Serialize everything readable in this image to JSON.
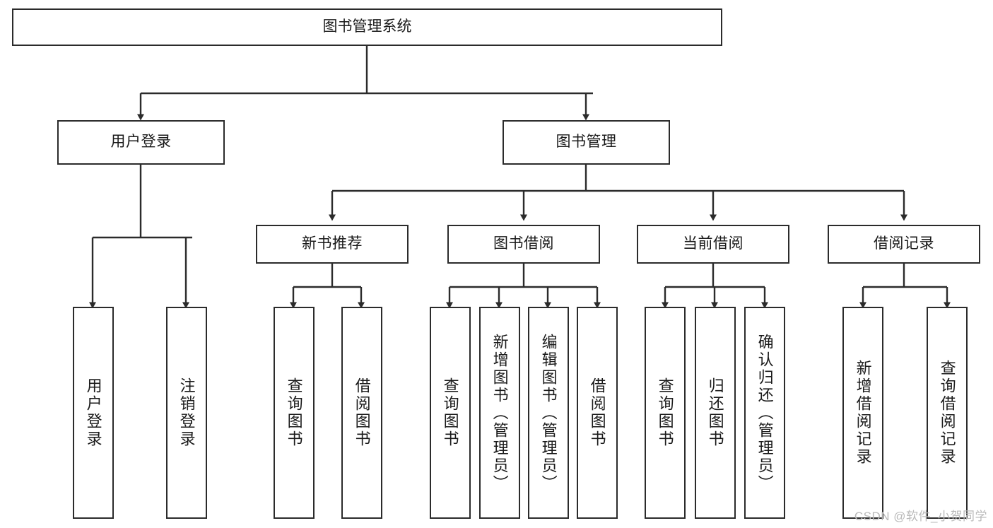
{
  "diagram": {
    "title": "图书管理系统",
    "type": "tree-hierarchy-diagram",
    "colors": {
      "stroke": "#2b2b2b",
      "fill": "#ffffff",
      "text": "#1a1a1a",
      "watermark": "#b9b9b9"
    },
    "root": {
      "label": "图书管理系统"
    },
    "level2": [
      {
        "label": "用户登录"
      },
      {
        "label": "图书管理"
      }
    ],
    "level3": [
      {
        "label": "新书推荐"
      },
      {
        "label": "图书借阅"
      },
      {
        "label": "当前借阅"
      },
      {
        "label": "借阅记录"
      }
    ],
    "leaves": {
      "user_login": [
        {
          "label": "用户登录"
        },
        {
          "label": "注销登录"
        }
      ],
      "new_book_recommend": [
        {
          "label": "查询图书"
        },
        {
          "label": "借阅图书"
        }
      ],
      "book_borrow": [
        {
          "label": "查询图书"
        },
        {
          "label": "新增图书（管理员）"
        },
        {
          "label": "编辑图书（管理员）"
        },
        {
          "label": "借阅图书"
        }
      ],
      "current_borrow": [
        {
          "label": "查询图书"
        },
        {
          "label": "归还图书"
        },
        {
          "label": "确认归还（管理员）"
        }
      ],
      "borrow_record": [
        {
          "label": "新增借阅记录"
        },
        {
          "label": "查询借阅记录"
        }
      ]
    }
  },
  "watermark": {
    "text": "CSDN @软件_小贺同学"
  }
}
